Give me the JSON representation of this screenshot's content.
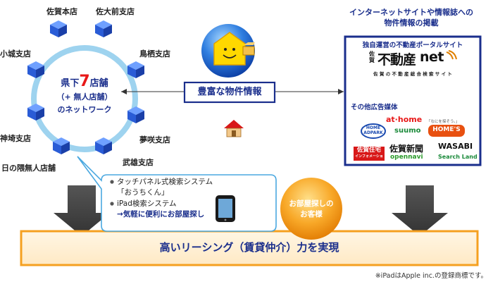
{
  "network": {
    "center_line1": "県下",
    "center_number": "7",
    "center_line1b": "店舗",
    "center_line2": "（+ 無人店舗）",
    "center_line3": "のネットワーク"
  },
  "stores": [
    {
      "name": "佐賀本店"
    },
    {
      "name": "佐大前支店"
    },
    {
      "name": "小城支店"
    },
    {
      "name": "鳥栖支店"
    },
    {
      "name": "神埼支店"
    },
    {
      "name": "夢咲支店"
    },
    {
      "name": "武雄支店"
    },
    {
      "name": "日の隈無人店舗"
    }
  ],
  "center_box": {
    "label": "豊富な物件情報"
  },
  "right_panel": {
    "heading_line1": "インターネットサイトや情報誌への",
    "heading_line2": "物件情報の掲載",
    "portal_title": "独自運営の不動産ポータルサイト",
    "portal_logo_small1": "佐",
    "portal_logo_small2": "賀",
    "portal_logo_main": "不動産",
    "portal_logo_net": "net",
    "portal_logo_sub": "佐 賀 の 不 動 産 総 合 検 索 サ イ ト",
    "media_title": "その他広告媒体",
    "media": {
      "athome": "at·home",
      "homeadpark_1": "HOME",
      "homeadpark_2": "ADPARK",
      "suumo": "suumo",
      "homes_tag": "「なにを探そう。」",
      "homes": "HOME'S",
      "sagajutaku_1": "佐賀住宅",
      "sagajutaku_2": "インフォメーション",
      "sagashinbun": "佐賀新聞",
      "wasabi": "WASABI",
      "opennavi": "opennavi",
      "searchland": "Search Land"
    }
  },
  "callout": {
    "item1_line1": "タッチパネル式検索システム",
    "item1_line2": "「おうちくん」",
    "item2_line1": "iPad検索システム",
    "item2_line2": "→気軽に便利にお部屋探し"
  },
  "customer_circle": {
    "line1": "お部屋探しの",
    "line2": "お客様"
  },
  "bottom_bar": {
    "label": "高いリーシング（賃貸仲介）力を実現"
  },
  "footnote": "※iPadはApple inc.の登録商標です。",
  "colors": {
    "navy": "#1a2e8c",
    "orange": "#f5a020",
    "orange_dark": "#e08000",
    "gray_arrow": "#555555",
    "ring": "#9ed3ef",
    "cube": "#2a5cd6"
  }
}
